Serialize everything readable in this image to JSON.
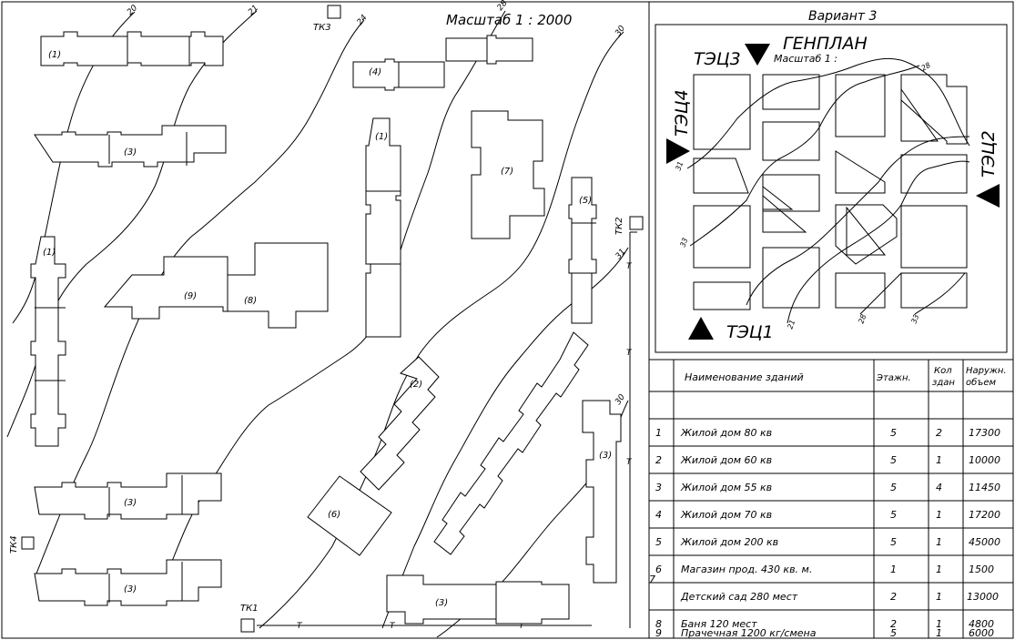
{
  "plan": {
    "scale_label": "Масштаб 1 : 2000",
    "contour_labels": [
      "20",
      "21",
      "24",
      "28",
      "30",
      "31",
      "30"
    ],
    "building_marks": [
      "(1)",
      "(4)",
      "(3)",
      "(1)",
      "(7)",
      "(5)",
      "(1)",
      "(9)",
      "(8)",
      "(2)",
      "(3)",
      "(6)",
      "(3)",
      "(3)",
      "(3)"
    ],
    "tk": [
      "ТК1",
      "ТК2",
      "ТК3",
      "ТК4"
    ],
    "pipe_mark": "Т"
  },
  "variant": {
    "title": "Вариант 3",
    "genplan": "ГЕНПЛАН",
    "scale": "Масштаб 1 :",
    "tec": [
      "ТЭЦ3",
      "ТЭЦ4",
      "ТЭЦ2",
      "ТЭЦ1"
    ],
    "contours": [
      "28",
      "31",
      "33",
      "21",
      "28",
      "33"
    ]
  },
  "table": {
    "headers": {
      "name": "Наименование зданий",
      "floors": "Этажн.",
      "count_1": "Кол",
      "count_2": "здан",
      "volume_1": "Наружн.",
      "volume_2": "объем"
    },
    "rows": [
      {
        "no": "1",
        "name": "Жилой дом 80 кв",
        "floors": "5",
        "count": "2",
        "volume": "17300"
      },
      {
        "no": "2",
        "name": "Жилой дом 60 кв",
        "floors": "5",
        "count": "1",
        "volume": "10000"
      },
      {
        "no": "3",
        "name": "Жилой дом 55 кв",
        "floors": "5",
        "count": "4",
        "volume": "11450"
      },
      {
        "no": "4",
        "name": "Жилой дом 70 кв",
        "floors": "5",
        "count": "1",
        "volume": "17200"
      },
      {
        "no": "5",
        "name": "Жилой дом 200 кв",
        "floors": "5",
        "count": "1",
        "volume": "45000"
      },
      {
        "no": "6",
        "name": "Магазин прод. 430 кв. м.",
        "floors": "1",
        "count": "1",
        "volume": "1500"
      },
      {
        "no": "7",
        "name": "Детский сад 280 мест",
        "floors": "2",
        "count": "1",
        "volume": "13000"
      },
      {
        "no": "8",
        "name": "Баня 120 мест",
        "floors": "2",
        "count": "1",
        "volume": "4800"
      },
      {
        "no": "9",
        "name": "Прачечная 1200 кг/смена",
        "floors": "5",
        "count": "1",
        "volume": "6000"
      }
    ]
  }
}
